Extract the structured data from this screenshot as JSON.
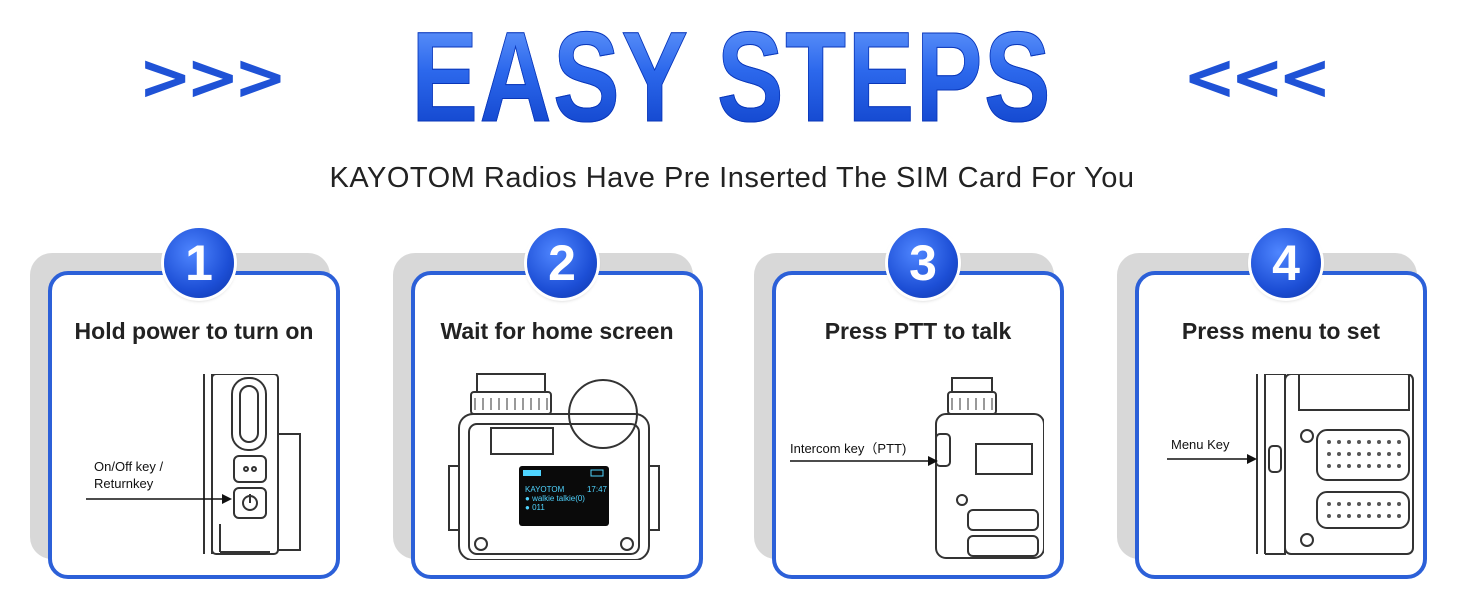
{
  "header": {
    "left_arrows": ">>>",
    "title": "EASY STEPS",
    "right_arrows": "<<<",
    "subtitle": "KAYOTOM Radios Have Pre Inserted The SIM Card For You"
  },
  "colors": {
    "accent": "#2c60d8",
    "title_dark": "#0a3bc4",
    "card_shadow": "#d8d8d8",
    "screen_text": "#4fd4ff"
  },
  "steps": [
    {
      "number": "1",
      "heading": "Hold power to turn on",
      "callout": [
        "On/Off key /",
        "Returnkey"
      ],
      "icon": "power-button-icon"
    },
    {
      "number": "2",
      "heading": "Wait for home screen",
      "screen": {
        "brand": "KAYOTOM",
        "time": "17:47",
        "line1": "walkie talkie(0)",
        "line2": "011"
      },
      "icon": "radio-screen-icon"
    },
    {
      "number": "3",
      "heading": "Press PTT to talk",
      "callout": [
        "Intercom key（PTT)"
      ],
      "icon": "ptt-key-icon"
    },
    {
      "number": "4",
      "heading": "Press menu to set",
      "callout": [
        "Menu Key"
      ],
      "icon": "menu-key-icon"
    }
  ]
}
